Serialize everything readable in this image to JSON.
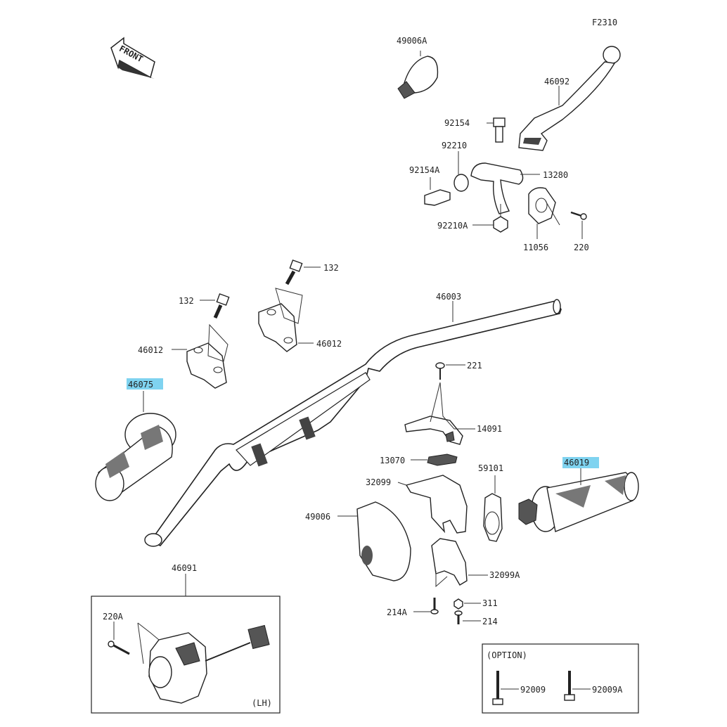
{
  "figure_code": "F2310",
  "front_label": "FRONT",
  "option_label": "(OPTION)",
  "lh_label": "(LH)",
  "highlight_color": "#7fd3f0",
  "parts": {
    "p49006A": "49006A",
    "p46092": "46092",
    "p92154": "92154",
    "p92210": "92210",
    "p92154A": "92154A",
    "p13280": "13280",
    "p92210A": "92210A",
    "p11056": "11056",
    "p220": "220",
    "p132a": "132",
    "p132b": "132",
    "p46003": "46003",
    "p46012a": "46012",
    "p46012b": "46012",
    "p221": "221",
    "p46075": "46075",
    "p14091": "14091",
    "p13070": "13070",
    "p59101": "59101",
    "p46019": "46019",
    "p32099": "32099",
    "p49006": "49006",
    "p32099A": "32099A",
    "p46091": "46091",
    "p311": "311",
    "p214A": "214A",
    "p214": "214",
    "p220A": "220A",
    "p92009": "92009",
    "p92009A": "92009A"
  }
}
